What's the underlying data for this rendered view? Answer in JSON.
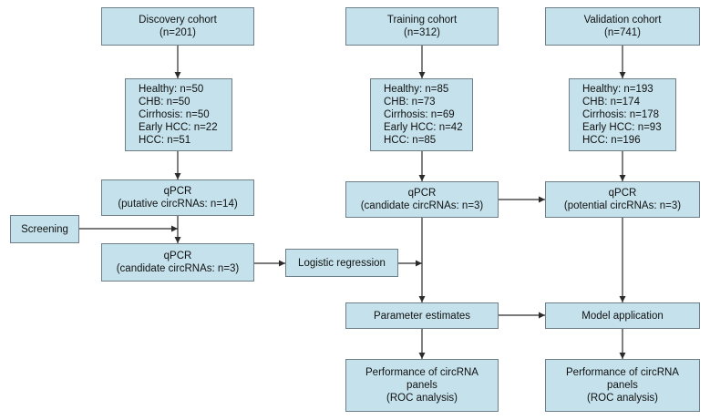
{
  "accent": "#c5e2ec",
  "border_color": "#6f7f87",
  "arrow_color": "#2b2b2b",
  "discovery": {
    "cohort": [
      "Discovery cohort",
      "(n=201)"
    ],
    "groups": [
      "Healthy: n=50",
      "CHB: n=50",
      "Cirrhosis: n=50",
      "Early HCC: n=22",
      "HCC: n=51"
    ],
    "qpcr1": [
      "qPCR",
      "(putative circRNAs: n=14)"
    ],
    "screening": "Screening",
    "qpcr2": [
      "qPCR",
      "(candidate circRNAs: n=3)"
    ]
  },
  "logistic": "Logistic regression",
  "training": {
    "cohort": [
      "Training cohort",
      "(n=312)"
    ],
    "groups": [
      "Healthy: n=85",
      "CHB: n=73",
      "Cirrhosis: n=69",
      "Early HCC: n=42",
      "HCC: n=85"
    ],
    "qpcr": [
      "qPCR",
      "(candidate circRNAs: n=3)"
    ],
    "parameter": "Parameter estimates",
    "performance": [
      "Performance of circRNA",
      "panels",
      "(ROC analysis)"
    ]
  },
  "validation": {
    "cohort": [
      "Validation cohort",
      "(n=741)"
    ],
    "groups": [
      "Healthy: n=193",
      "CHB: n=174",
      "Cirrhosis: n=178",
      "Early HCC: n=93",
      "HCC: n=196"
    ],
    "qpcr": [
      "qPCR",
      "(potential circRNAs: n=3)"
    ],
    "model": "Model application",
    "performance": [
      "Performance of circRNA",
      "panels",
      "(ROC analysis)"
    ]
  }
}
